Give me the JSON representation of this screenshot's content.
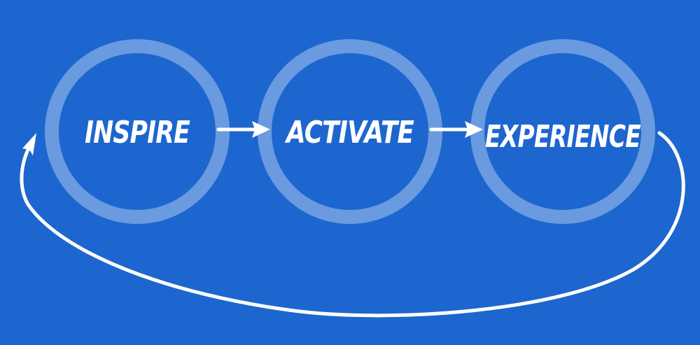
{
  "colors": {
    "background": "#1d66cf",
    "ring": "#7fa6e3",
    "text": "#ffffff"
  },
  "stages": [
    {
      "label": "INSPIRE"
    },
    {
      "label": "ACTIVATE"
    },
    {
      "label": "EXPERIENCE"
    }
  ]
}
